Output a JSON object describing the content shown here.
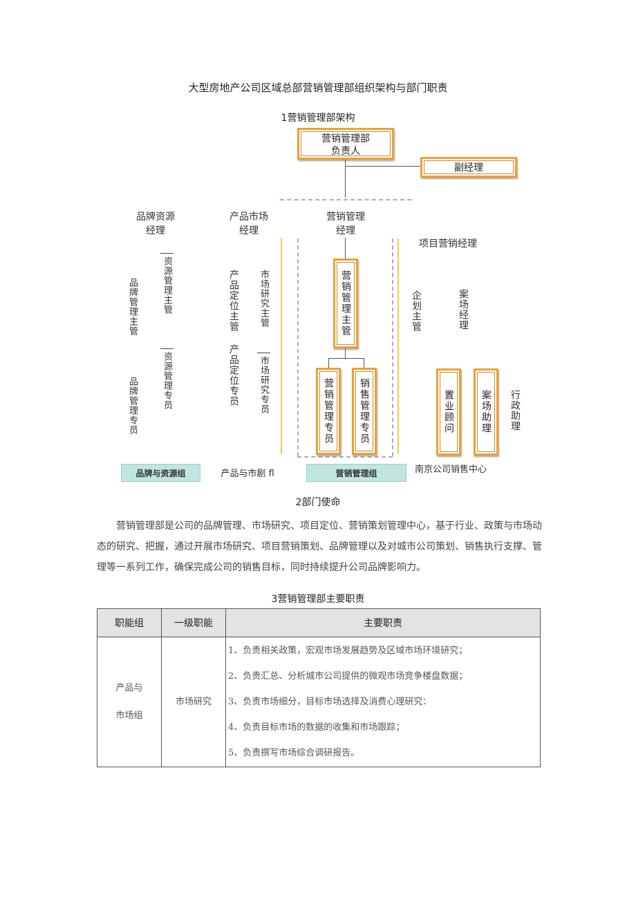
{
  "title": "大型房地产公司区域总部营销管理部组织架构与部门职责",
  "section1": "1营销管理部架构",
  "org": {
    "head": [
      "营销管理部",
      "负责人"
    ],
    "deputy": "副经理",
    "brand_manager": [
      "品牌资源",
      "经理"
    ],
    "product_manager": [
      "产品市场",
      "经理"
    ],
    "marketing_manager": [
      "营销管理",
      "经理"
    ],
    "project_manager": "项目营销经理",
    "brand_supervisor": "品牌管理主管",
    "brand_specialist": "品牌管理专员",
    "resource_supervisor": "资源管理主管",
    "resource_specialist": "资源管理专员",
    "positioning_supervisor": "产品定位主管",
    "positioning_specialist": "产品定位专员",
    "research_supervisor": "市场研究主管",
    "research_specialist": "市场研究专员",
    "marketing_supervisor": "营销管理主管",
    "marketing_specialist": "营销管理专员",
    "sales_specialist": "销售管理专员",
    "planning_supervisor": "企划主管",
    "site_manager": "案场经理",
    "property_consultant": "置业顾问",
    "site_assistant": "案场助理",
    "admin_assistant": "行政助理",
    "group_brand": "品牌与资源组",
    "group_product": "产品与市剧 fl",
    "group_marketing": "营销管理组",
    "group_nanjing": "南京公司销售中心"
  },
  "section2": "2部门使命",
  "mission": "营销管理部是公司的品牌管理、市场研究、项目定位、营销策划管理中心，基于行业、政策与市场动态的研究、把握，通过开展市场研究、项目营销策划、品牌管理以及对城市公司策划、销售执行支撑、管理等一系列工作，确保完成公司的销售目标，同时持续提升公司品牌影响力。",
  "section3": "3营销管理部主要职责",
  "table": {
    "headers": [
      "职能组",
      "一级职能",
      "主要职责"
    ],
    "rows": [
      {
        "group": "产品与\n市场组",
        "function": "市场研究",
        "duties": [
          "1、负责相关政策，宏观市场发展趋势及区域市场环境研究；",
          "2、负责汇总、分析城市公司提供的微观市场竞争楼盘数据；",
          "3、负责市场细分，目标市场选择及消费心理研究：",
          "4、负责目标市场的数据的收集和市场跟踪；",
          "5、负责撰写市场综合调研报告。"
        ]
      }
    ]
  }
}
